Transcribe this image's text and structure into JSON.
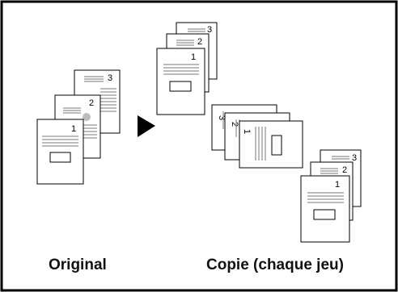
{
  "captions": {
    "original": "Original",
    "copy": "Copie (chaque jeu)"
  },
  "page_numbers": [
    "1",
    "2",
    "3"
  ],
  "colors": {
    "border": "#000000",
    "line": "#777777",
    "dot": "#bbbbbb",
    "arrow": "#000000"
  }
}
